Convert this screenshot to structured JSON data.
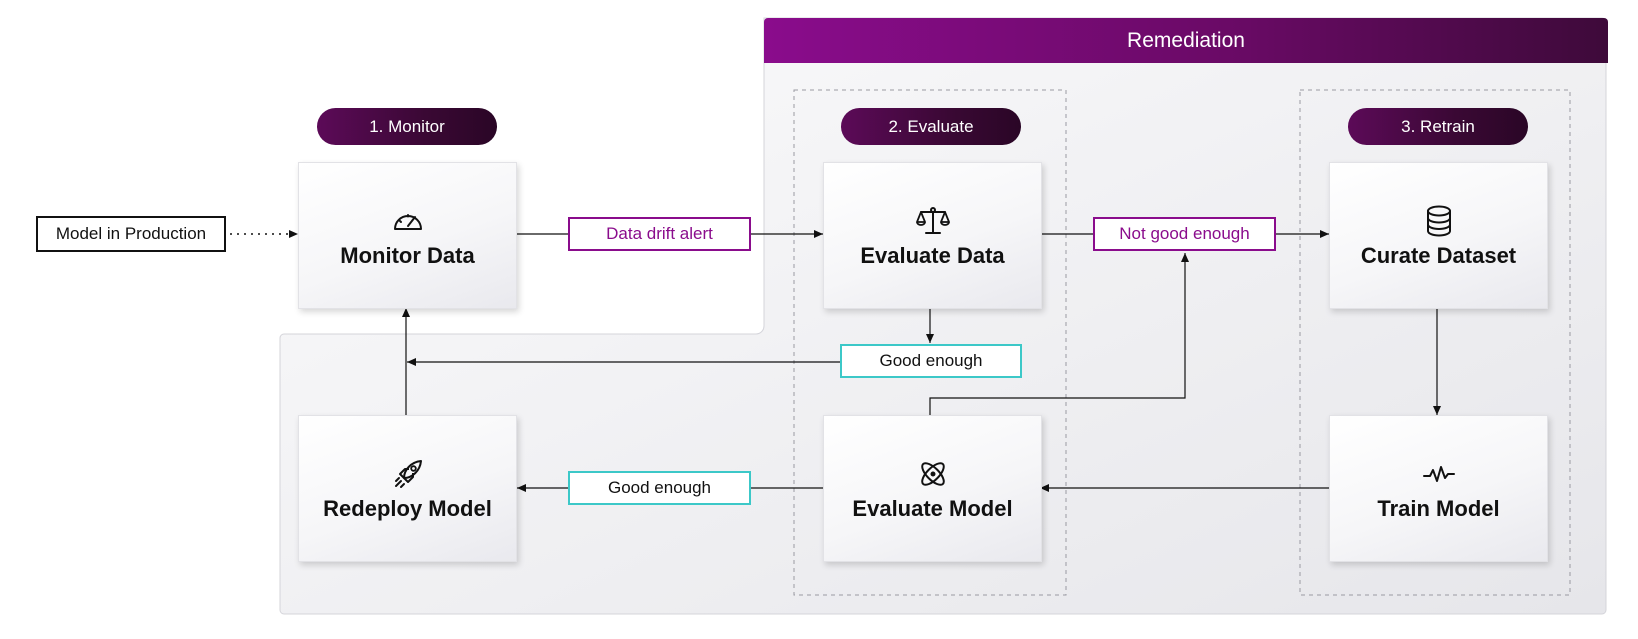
{
  "remediation": {
    "title": "Remediation"
  },
  "source": {
    "label": "Model in Production"
  },
  "stages": {
    "monitor": "1. Monitor",
    "evaluate": "2. Evaluate",
    "retrain": "3. Retrain"
  },
  "nodes": {
    "monitor_data": {
      "label": "Monitor Data",
      "icon": "gauge-icon"
    },
    "evaluate_data": {
      "label": "Evaluate Data",
      "icon": "scale-icon"
    },
    "curate_dataset": {
      "label": "Curate Dataset",
      "icon": "database-icon"
    },
    "redeploy_model": {
      "label": "Redeploy Model",
      "icon": "rocket-icon"
    },
    "evaluate_model": {
      "label": "Evaluate Model",
      "icon": "atom-icon"
    },
    "train_model": {
      "label": "Train Model",
      "icon": "pulse-icon"
    }
  },
  "edge_labels": {
    "data_drift_alert": "Data drift alert",
    "not_good_enough": "Not good enough",
    "good_enough_data": "Good enough",
    "good_enough_model": "Good enough"
  },
  "colors": {
    "accent_purple": "#8a0c8c",
    "pill_dark": "#3a0834",
    "teal": "#3cc8c8"
  }
}
